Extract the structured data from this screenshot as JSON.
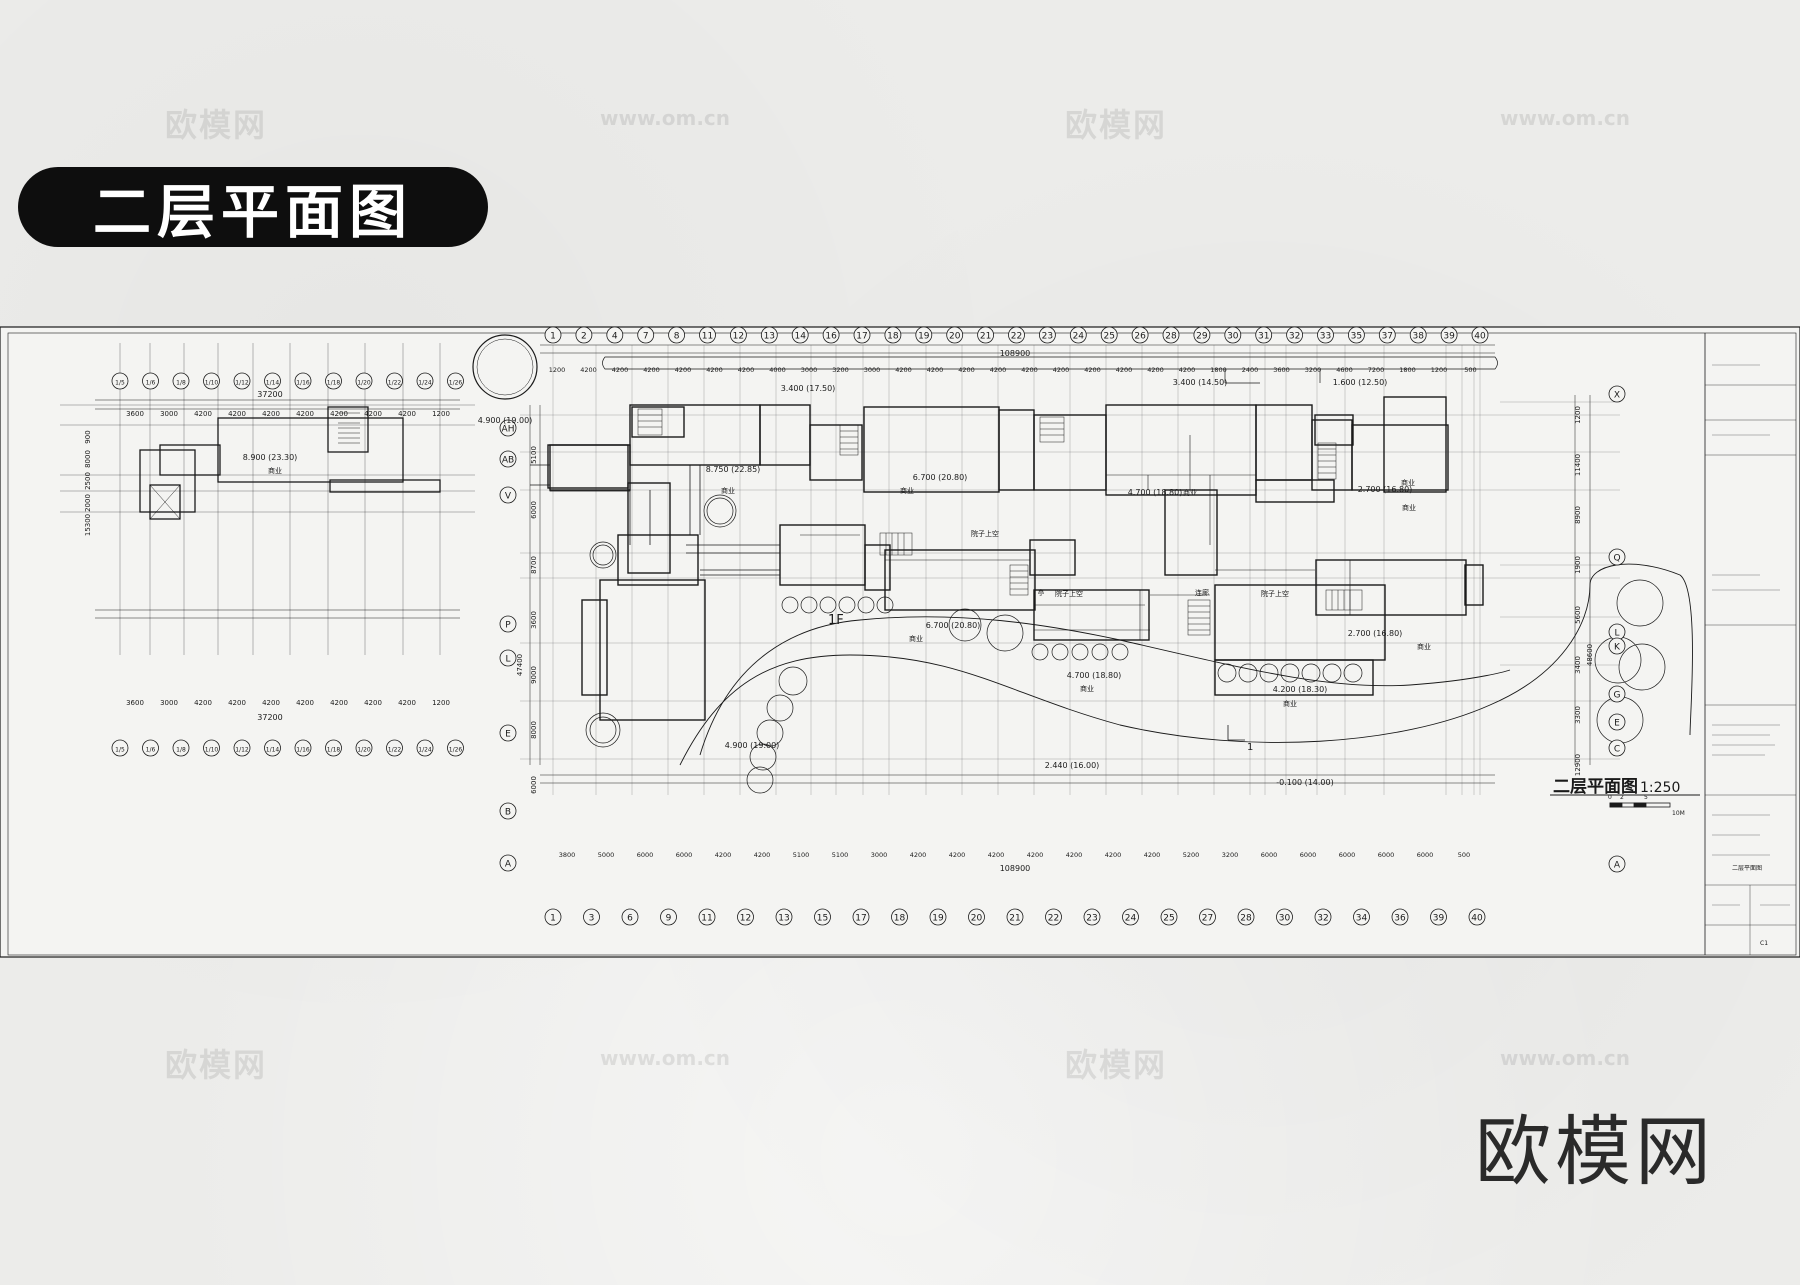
{
  "header": {
    "title": "二层平面图"
  },
  "watermark": {
    "logo": "欧模网",
    "url": "www.om.cn"
  },
  "brand": {
    "text": "欧模网"
  },
  "drawing": {
    "plan_title": "二层平面图",
    "scale": "1:250",
    "scale_bar_labels": [
      "0",
      "2",
      "5",
      "10M"
    ],
    "left_block": {
      "top_axes": [
        "1/5",
        "1/6",
        "1/8",
        "1/10",
        "1/12",
        "1/14",
        "1/16",
        "1/18",
        "1/20",
        "1/22",
        "1/24",
        "1/26"
      ],
      "total": "37200",
      "spans": [
        "3600",
        "3000",
        "4200",
        "4200",
        "4200",
        "4200",
        "4200",
        "4200",
        "4200",
        "1200"
      ],
      "bottom_spans": [
        "3600",
        "3000",
        "4200",
        "4200",
        "4200",
        "4200",
        "4200",
        "4200",
        "4200",
        "1200"
      ],
      "side_dims": [
        "900",
        "8000",
        "2500",
        "2000",
        "15300"
      ],
      "room_label": "商业",
      "elevation": "8.900 (23.30)"
    },
    "main_block": {
      "top_axes": [
        "1",
        "2",
        "4",
        "7",
        "8",
        "11",
        "12",
        "13",
        "14",
        "16",
        "17",
        "18",
        "19",
        "20",
        "21",
        "22",
        "23",
        "24",
        "25",
        "26",
        "28",
        "29",
        "30",
        "31",
        "32",
        "33",
        "35",
        "37",
        "38",
        "39",
        "40"
      ],
      "bottom_axes": [
        "1",
        "3",
        "6",
        "9",
        "11",
        "12",
        "13",
        "15",
        "17",
        "18",
        "19",
        "20",
        "21",
        "22",
        "23",
        "24",
        "25",
        "27",
        "28",
        "30",
        "32",
        "34",
        "36",
        "39",
        "40"
      ],
      "total": "108900",
      "top_spans": [
        "1200",
        "4200",
        "4200",
        "4200",
        "4200",
        "4200",
        "4200",
        "4000",
        "3000",
        "3200",
        "3000",
        "4200",
        "4200",
        "4200",
        "4200",
        "4200",
        "4200",
        "4200",
        "4200",
        "4200",
        "4200",
        "1800",
        "2400",
        "3600",
        "3200",
        "4600",
        "7200",
        "1800",
        "1200",
        "500"
      ],
      "bottom_spans": [
        "3800",
        "5000",
        "6000",
        "6000",
        "4200",
        "4200",
        "5100",
        "5100",
        "3000",
        "4200",
        "4200",
        "4200",
        "4200",
        "4200",
        "4200",
        "4200",
        "5200",
        "3200",
        "6000",
        "6000",
        "6000",
        "6000",
        "6000",
        "500"
      ],
      "left_axes": [
        "AH",
        "AB",
        "V",
        "P",
        "L",
        "E",
        "B",
        "A"
      ],
      "left_dims": [
        "5100",
        "6000",
        "8700",
        "3600",
        "9000",
        "8000",
        "6000"
      ],
      "left_total": "47400",
      "right_axes": [
        "X",
        "Q",
        "L",
        "K",
        "G",
        "E",
        "C",
        "A"
      ],
      "right_dims": [
        "1200",
        "11400",
        "8900",
        "1900",
        "5600",
        "3400",
        "3300",
        "12900"
      ],
      "right_total": "48600",
      "elevations": [
        "4.900 (19.00)",
        "3.400 (17.50)",
        "3.400 (14.50)",
        "1.600 (12.50)",
        "8.750 (22.85)",
        "6.700 (20.80)",
        "4.700 (18.80)",
        "2.700 (16.80)",
        "6.700 (20.80)",
        "4.700 (18.80)",
        "4.200 (18.30)",
        "2.700 (16.80)",
        "4.900 (19.00)",
        "2.440 (16.00)",
        "-0.100 (14.00)"
      ],
      "room_labels": [
        "商业",
        "商业",
        "院子上空",
        "院子上空",
        "连廊",
        "院子上空",
        "商业",
        "商业",
        "商业",
        "商业",
        "商业",
        "商业",
        "商业",
        "亭"
      ],
      "floor_tag": "1F",
      "section_mark": "1"
    },
    "title_block": {
      "sheet_name": "二层平面图",
      "sheet_no": "C1"
    }
  },
  "colors": {
    "ink": "#1a1a1a",
    "paper": "#ececea",
    "sheet": "#f4f4f2",
    "pill": "#0e0e0e"
  }
}
